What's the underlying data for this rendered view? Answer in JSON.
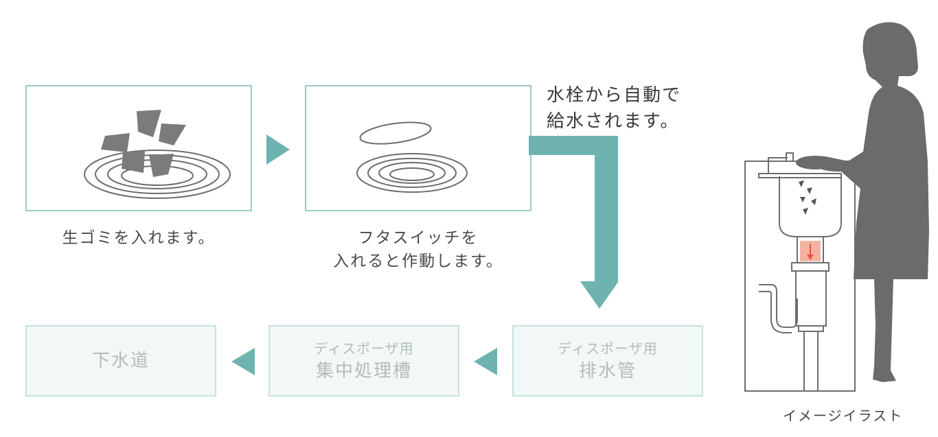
{
  "steps": [
    {
      "caption": "生ゴミを入れます。"
    },
    {
      "caption_line1": "フタスイッチを",
      "caption_line2": "入れると作動します。"
    }
  ],
  "water_note": {
    "line1": "水栓から自動で",
    "line2": "給水されます。"
  },
  "flow": [
    {
      "sub": "ディスポーザ用",
      "main": "排水管"
    },
    {
      "sub": "ディスポーザ用",
      "main": "集中処理槽"
    },
    {
      "main": "下水道"
    }
  ],
  "illustration": {
    "caption": "イメージイラスト"
  },
  "colors": {
    "teal_arrow": "#6fb3b0",
    "box_border": "#9ec9c6",
    "tint_fill": "#f1f8f7",
    "silhouette": "#6b6b6b",
    "pipe_accent": "#e8553a"
  }
}
